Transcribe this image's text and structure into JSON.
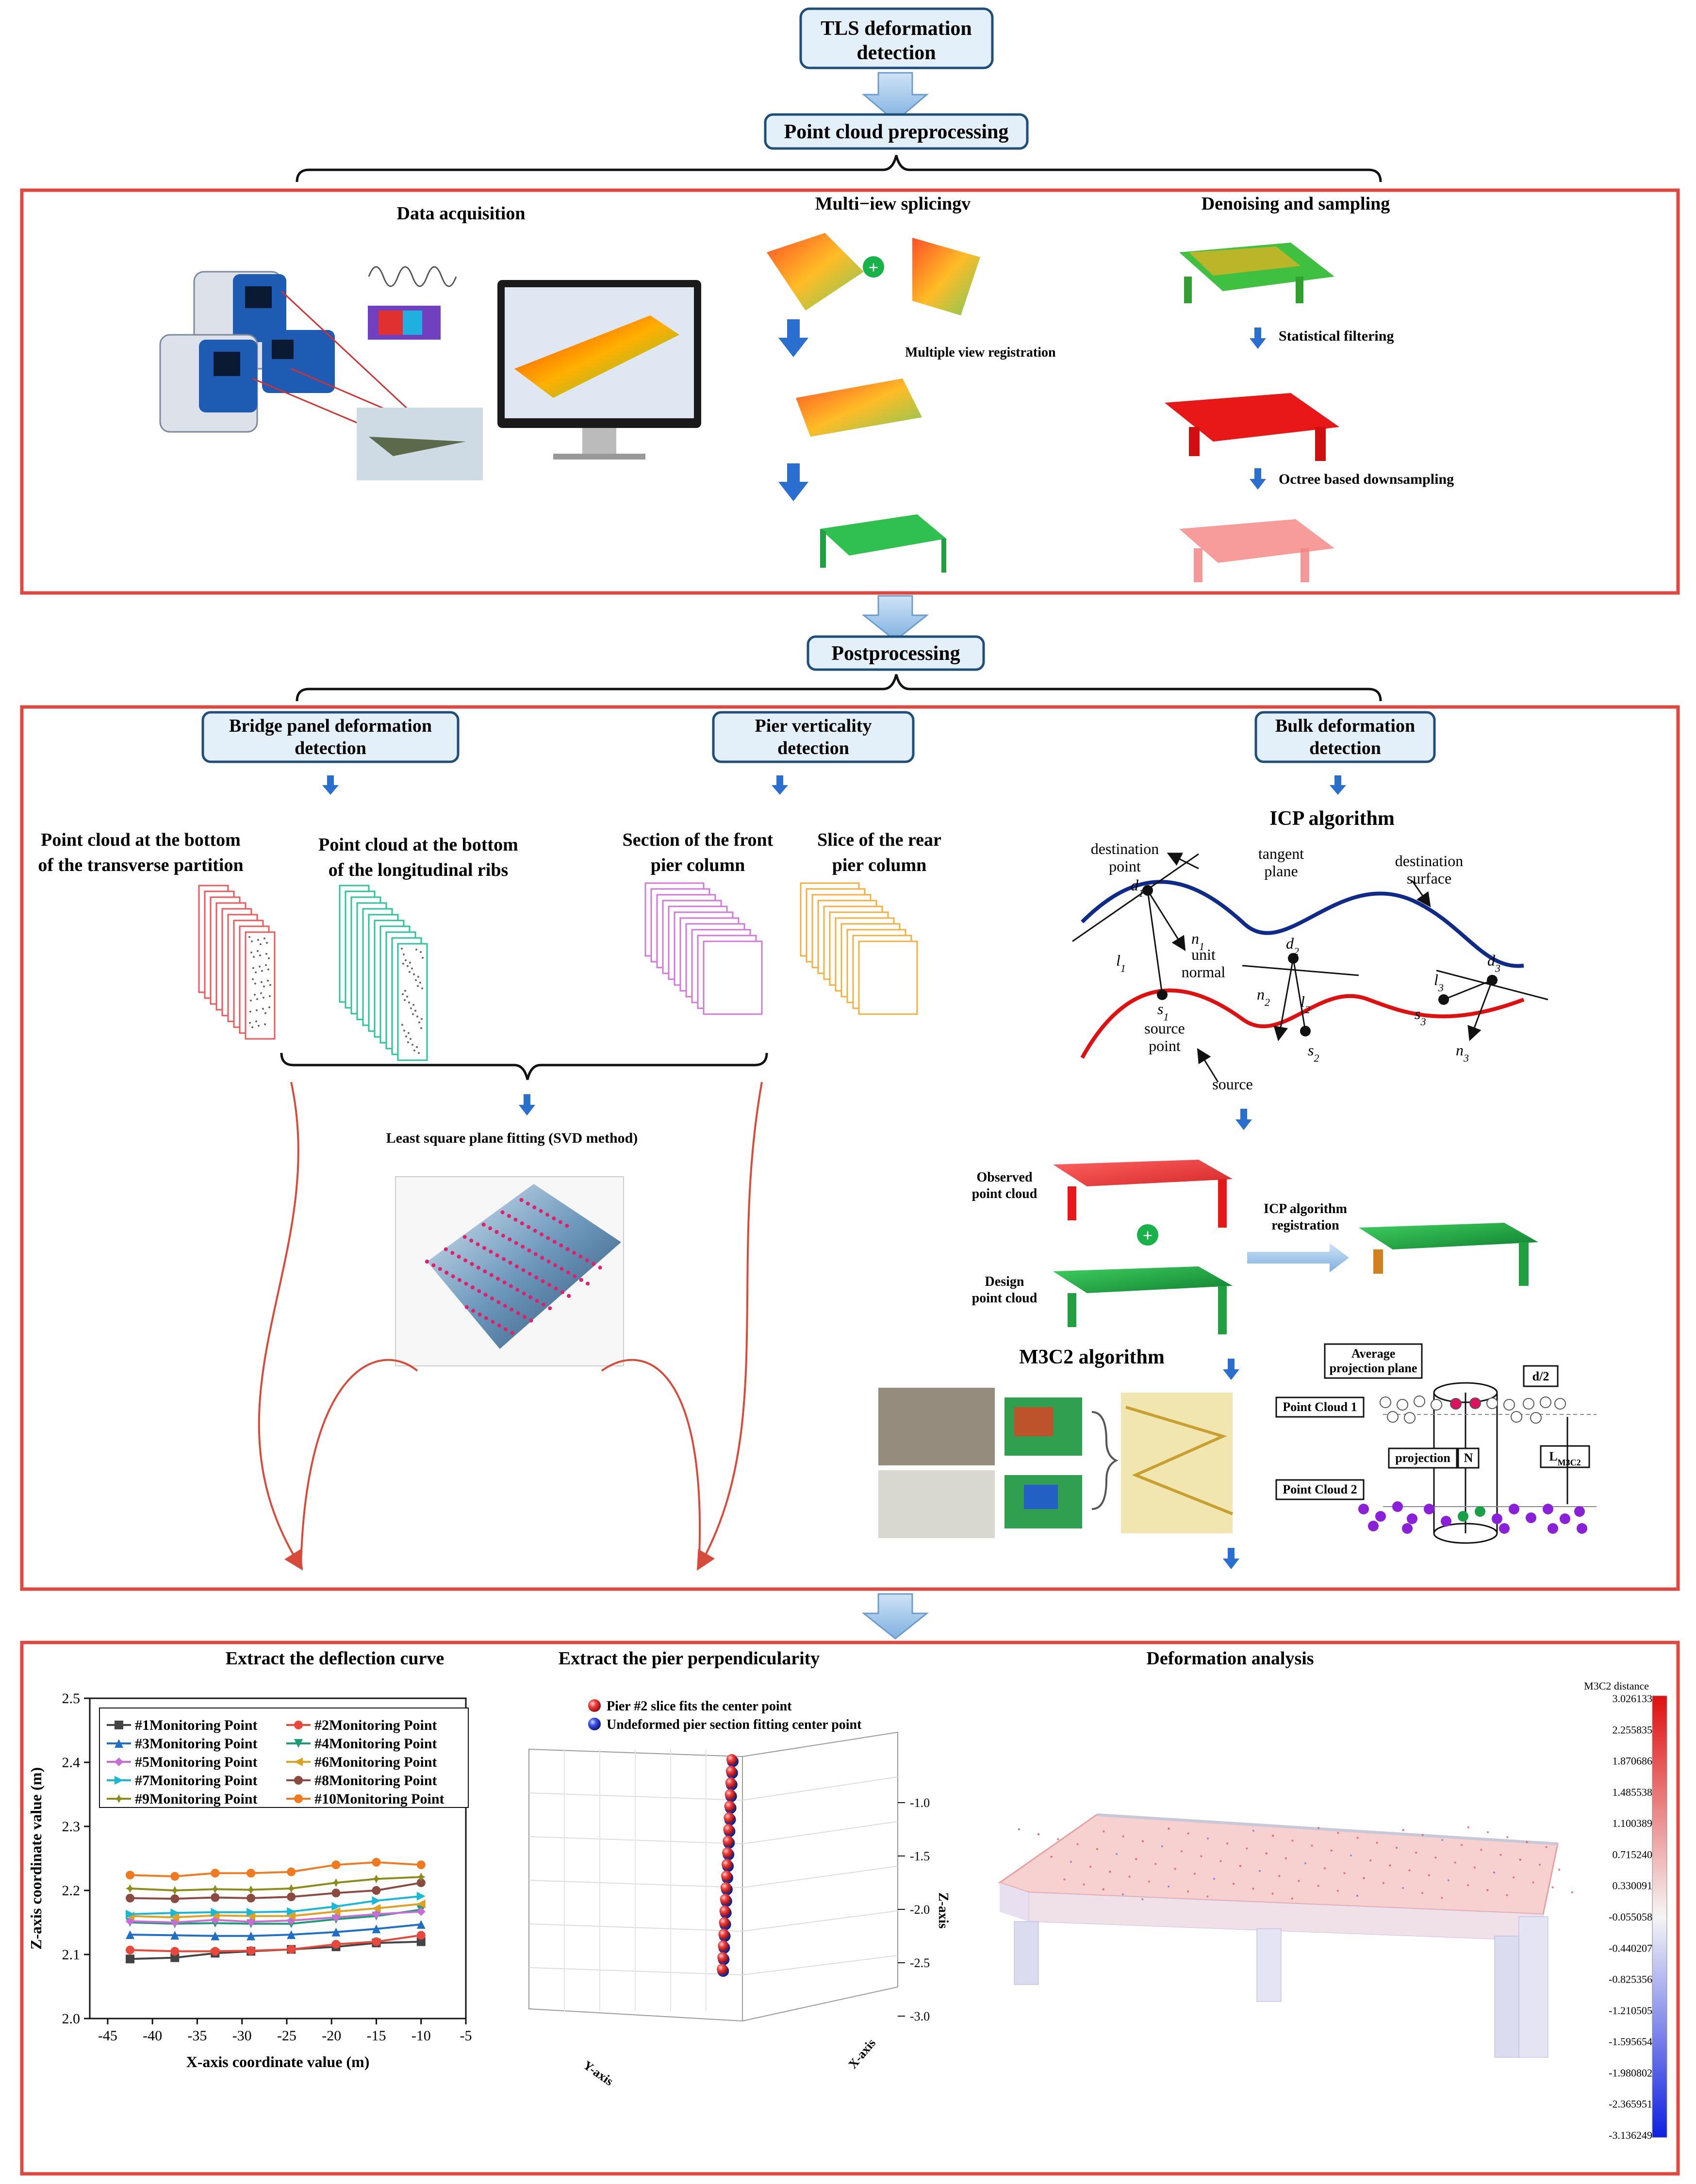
{
  "flow": {
    "title": "TLS deformation\ndetection",
    "preprocessing": "Point cloud preprocessing",
    "postprocessing": "Postprocessing"
  },
  "preprocess": {
    "data_acquisition": "Data acquisition",
    "multiview": "Multi−iew splicingv",
    "denoise": "Denoising and sampling",
    "multiple_view_registration": "Multiple view registration",
    "statistical_filtering": "Statistical filtering",
    "octree_downsampling": "Octree based downsampling"
  },
  "post": {
    "bridge_panel": "Bridge panel deformation\ndetection",
    "pier_vert": "Pier verticality\ndetection",
    "bulk": "Bulk deformation\ndetection",
    "pc_transverse": "Point cloud at the bottom\nof the transverse partition",
    "pc_longitudinal": "Point cloud at the bottom\nof the longitudinal ribs",
    "front_pier": "Section of the front\npier column",
    "rear_pier": "Slice of the rear\npier column",
    "least_square": "Least square plane fitting (SVD method)",
    "icp_algorithm": "ICP algorithm",
    "observed_pc": "Observed\npoint cloud",
    "design_pc": "Design\npoint cloud",
    "icp_registration": "ICP algorithm\nregistration",
    "m3c2_algorithm": "M3C2 algorithm",
    "m3c2_avg_plane": "Average\nprojection plane",
    "m3c2_d2": "d/2",
    "m3c2_pc1": "Point Cloud 1",
    "m3c2_pc2": "Point Cloud 2",
    "m3c2_projection": "projection",
    "m3c2_N": "N",
    "m3c2_L": "LM3C2",
    "icp_labels": {
      "destination_point": "destination\npoint",
      "tangent_plane": "tangent\nplane",
      "destination_surface": "destination\nsurface",
      "unit_normal": "unit\nnormal",
      "source_point": "source\npoint",
      "source": "source",
      "d1": "d1",
      "d2": "d2",
      "d3": "d3",
      "s1": "s1",
      "s2": "s2",
      "s3": "s3",
      "n1": "n1",
      "n2": "n2",
      "n3": "n3",
      "l1": "l1",
      "l2": "l2",
      "l3": "l3"
    }
  },
  "results": {
    "deflection_title": "Extract the deflection curve",
    "pier_title": "Extract the pier perpendicularity",
    "deform_title": "Deformation analysis",
    "pier_legend": [
      "Pier #2 slice fits the center point",
      "Undeformed pier section fitting center point"
    ],
    "pier_axis_z": "Z-axis",
    "pier_axis_x": "X-axis",
    "pier_axis_y": "Y-axis",
    "pier_z_ticks": [
      "-1.0",
      "-1.5",
      "-2.0",
      "-2.5",
      "-3.0"
    ],
    "colorbar_title": "M3C2 distance",
    "colorbar_ticks": [
      "3.026133",
      "2.255835",
      "1.870686",
      "1.485538",
      "1.100389",
      "0.715240",
      "0.330091",
      "-0.055058",
      "-0.440207",
      "-0.825356",
      "-1.210505",
      "-1.595654",
      "-1.980802",
      "-2.365951",
      "-3.136249"
    ],
    "colors": {
      "red_marker": "#e63c3c",
      "blue_marker": "#2c3fd6",
      "frame": "#e0473f",
      "box": "#e3eff9"
    }
  },
  "chart_data": {
    "type": "line",
    "title": "",
    "xlabel": "X-axis coordinate value (m)",
    "ylabel": "Z-axis coordinate value (m)",
    "xlim": [
      -47,
      -5
    ],
    "ylim": [
      2.0,
      2.5
    ],
    "xticks": [
      -45,
      -40,
      -35,
      -30,
      -25,
      -20,
      -15,
      -10,
      -5
    ],
    "yticks": [
      2.0,
      2.1,
      2.2,
      2.3,
      2.4,
      2.5
    ],
    "x": [
      -42.5,
      -37.5,
      -33,
      -29,
      -24.5,
      -19.5,
      -15,
      -10
    ],
    "legend_position": "top-left",
    "series": [
      {
        "name": "#1Monitoring Point",
        "color": "#444444",
        "marker": "square",
        "values": [
          2.093,
          2.095,
          2.102,
          2.105,
          2.108,
          2.112,
          2.118,
          2.12
        ]
      },
      {
        "name": "#2Monitoring Point",
        "color": "#e8483b",
        "marker": "circle",
        "values": [
          2.107,
          2.105,
          2.105,
          2.106,
          2.108,
          2.116,
          2.12,
          2.13
        ]
      },
      {
        "name": "#3Monitoring Point",
        "color": "#1f6fc5",
        "marker": "triangle",
        "values": [
          2.131,
          2.13,
          2.129,
          2.129,
          2.131,
          2.135,
          2.14,
          2.147
        ]
      },
      {
        "name": "#4Monitoring Point",
        "color": "#1b9c74",
        "marker": "triangle-down",
        "values": [
          2.15,
          2.148,
          2.149,
          2.148,
          2.148,
          2.155,
          2.16,
          2.17
        ]
      },
      {
        "name": "#5Monitoring Point",
        "color": "#c86dd7",
        "marker": "diamond",
        "values": [
          2.152,
          2.15,
          2.154,
          2.151,
          2.153,
          2.158,
          2.163,
          2.167
        ]
      },
      {
        "name": "#6Monitoring Point",
        "color": "#e0a020",
        "marker": "triangle-left",
        "values": [
          2.16,
          2.158,
          2.161,
          2.16,
          2.16,
          2.167,
          2.172,
          2.179
        ]
      },
      {
        "name": "#7Monitoring Point",
        "color": "#18b8d8",
        "marker": "triangle-right",
        "values": [
          2.163,
          2.165,
          2.166,
          2.166,
          2.167,
          2.175,
          2.184,
          2.191
        ]
      },
      {
        "name": "#8Monitoring Point",
        "color": "#8a4a40",
        "marker": "hexagon",
        "values": [
          2.188,
          2.187,
          2.189,
          2.188,
          2.19,
          2.196,
          2.2,
          2.212
        ]
      },
      {
        "name": "#9Monitoring Point",
        "color": "#8c8c18",
        "marker": "star",
        "values": [
          2.203,
          2.2,
          2.202,
          2.201,
          2.203,
          2.212,
          2.218,
          2.221
        ]
      },
      {
        "name": "#10Monitoring Point",
        "color": "#f07a1f",
        "marker": "circle",
        "values": [
          2.224,
          2.222,
          2.227,
          2.227,
          2.229,
          2.24,
          2.244,
          2.24
        ]
      }
    ]
  }
}
